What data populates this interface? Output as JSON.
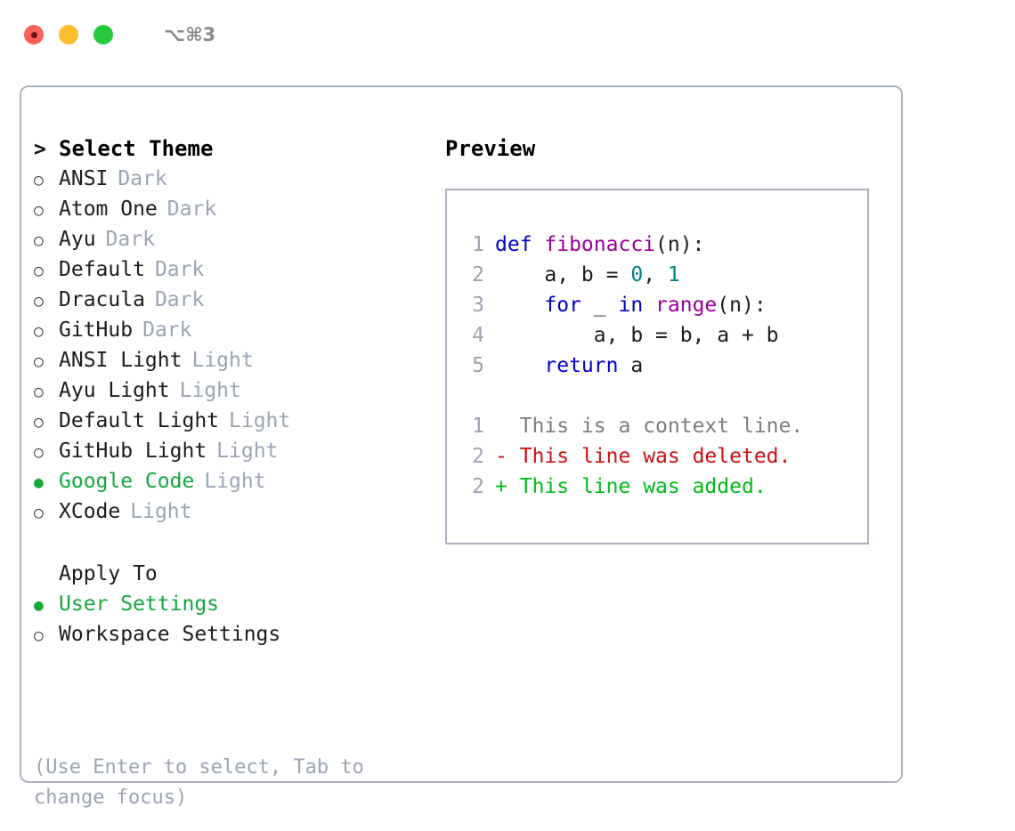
{
  "titlebar": {
    "shortcut": "⌥⌘3",
    "buttons": {
      "close": "close",
      "minimize": "minimize",
      "zoom": "zoom"
    }
  },
  "left": {
    "heading": {
      "marker": ">",
      "label": "Select Theme"
    },
    "themes": [
      {
        "marker": "○",
        "label": "ANSI",
        "tag": "Dark",
        "selected": false
      },
      {
        "marker": "○",
        "label": "Atom One",
        "tag": "Dark",
        "selected": false
      },
      {
        "marker": "○",
        "label": "Ayu",
        "tag": "Dark",
        "selected": false
      },
      {
        "marker": "○",
        "label": "Default",
        "tag": "Dark",
        "selected": false
      },
      {
        "marker": "○",
        "label": "Dracula",
        "tag": "Dark",
        "selected": false
      },
      {
        "marker": "○",
        "label": "GitHub",
        "tag": "Dark",
        "selected": false
      },
      {
        "marker": "○",
        "label": "ANSI Light",
        "tag": "Light",
        "selected": false
      },
      {
        "marker": "○",
        "label": "Ayu Light",
        "tag": "Light",
        "selected": false
      },
      {
        "marker": "○",
        "label": "Default Light",
        "tag": "Light",
        "selected": false
      },
      {
        "marker": "○",
        "label": "GitHub Light",
        "tag": "Light",
        "selected": false
      },
      {
        "marker": "●",
        "label": "Google Code",
        "tag": "Light",
        "selected": true
      },
      {
        "marker": "○",
        "label": "XCode",
        "tag": "Light",
        "selected": false
      }
    ],
    "apply_to": {
      "heading": "Apply To",
      "options": [
        {
          "marker": "●",
          "label": "User Settings",
          "selected": true
        },
        {
          "marker": "○",
          "label": "Workspace Settings",
          "selected": false
        }
      ]
    },
    "hint": "(Use Enter to select, Tab to change focus)"
  },
  "right": {
    "title": "Preview",
    "code": [
      {
        "lineno": "1",
        "tokens": [
          {
            "text": "def ",
            "type": "kw"
          },
          {
            "text": "fibonacci",
            "type": "fn"
          },
          {
            "text": "(n):",
            "type": "plain"
          }
        ]
      },
      {
        "lineno": "2",
        "tokens": [
          {
            "text": "    a, b = ",
            "type": "plain"
          },
          {
            "text": "0",
            "type": "num"
          },
          {
            "text": ", ",
            "type": "plain"
          },
          {
            "text": "1",
            "type": "num"
          }
        ]
      },
      {
        "lineno": "3",
        "tokens": [
          {
            "text": "    ",
            "type": "plain"
          },
          {
            "text": "for",
            "type": "kw"
          },
          {
            "text": " _ ",
            "type": "plain"
          },
          {
            "text": "in",
            "type": "kw"
          },
          {
            "text": " ",
            "type": "plain"
          },
          {
            "text": "range",
            "type": "fn"
          },
          {
            "text": "(n):",
            "type": "plain"
          }
        ]
      },
      {
        "lineno": "4",
        "tokens": [
          {
            "text": "        a, b = b, a + b",
            "type": "plain"
          }
        ]
      },
      {
        "lineno": "5",
        "tokens": [
          {
            "text": "    ",
            "type": "plain"
          },
          {
            "text": "return",
            "type": "kw"
          },
          {
            "text": " a",
            "type": "plain"
          }
        ]
      }
    ],
    "diff": [
      {
        "lineno": "1",
        "sign": " ",
        "text": "This is a context line.",
        "type": "ctx"
      },
      {
        "lineno": "2",
        "sign": "-",
        "text": "This line was deleted.",
        "type": "del"
      },
      {
        "lineno": "2",
        "sign": "+",
        "text": "This line was added.",
        "type": "add"
      }
    ]
  },
  "colors": {
    "accent_green": "#14a83c",
    "muted": "#9aa5b4",
    "border": "#aab3c0",
    "keyword": "#0000cc",
    "function": "#990099",
    "number": "#008080",
    "diff_delete": "#cc1111",
    "diff_add": "#00bb16"
  }
}
